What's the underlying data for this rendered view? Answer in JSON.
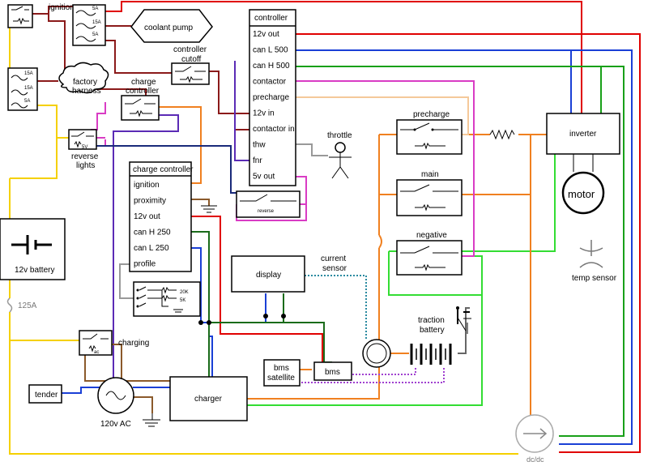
{
  "colors": {
    "dark_red": "#8b1a1a",
    "red": "#e00000",
    "blue": "#1a3fd6",
    "green": "#18a018",
    "dark_green": "#1a6b1a",
    "bright_green": "#33dd33",
    "orange": "#f08020",
    "yellow": "#f5d000",
    "magenta": "#d93cc4",
    "purple": "#5b2bb5",
    "navy": "#1a2a7a",
    "brown": "#8b5a2b",
    "peach": "#f5c99a",
    "gray": "#999999",
    "teal": "#2a8aa0",
    "dotted_purple": "#a040d0"
  },
  "controller": {
    "title": "controller",
    "pins": [
      "12v out",
      "can L 500",
      "can H 500",
      "contactor",
      "precharge",
      "12v in",
      "contactor in",
      "thw",
      "fnr",
      "5v out"
    ]
  },
  "charge_controller_main": {
    "title": "charge controller",
    "pins": [
      "ignition",
      "proximity",
      "12v out",
      "can H 250",
      "can L 250",
      "profile"
    ]
  },
  "labels": {
    "ignition": "ignition",
    "coolant_pump": "coolant pump",
    "controller_cutoff_1": "controller",
    "controller_cutoff_2": "cutoff",
    "factory_harness_1": "factory",
    "factory_harness_2": "harness",
    "charge_controller_small_1": "charge",
    "charge_controller_small_2": "controller",
    "reverse_lights_1": "reverse",
    "reverse_lights_2": "lights",
    "reverse_5v": "5V",
    "battery_12v": "12v battery",
    "fuse_125a": "125A",
    "charging": "charging",
    "ac": "ac",
    "tender": "tender",
    "ac_120v": "120v AC",
    "charger": "charger",
    "display": "display",
    "current_sensor_1": "current",
    "current_sensor_2": "sensor",
    "bms": "bms",
    "bms_satellite_1": "bms",
    "bms_satellite_2": "satellite",
    "traction_battery_1": "traction",
    "traction_battery_2": "battery",
    "throttle": "throttle",
    "reverse": "reverse",
    "precharge": "precharge",
    "main": "main",
    "negative": "negative",
    "inverter": "inverter",
    "motor": "motor",
    "temp_sensor": "temp sensor",
    "dcdc": "dc/dc",
    "res_20k": "20K",
    "res_5k": "5K"
  },
  "fuses": {
    "f5a_1": "5A",
    "f15a_1": "15A",
    "f5a_2": "5A",
    "f15a_2": "15A",
    "f15a_3": "15A",
    "f5a_3": "5A"
  }
}
